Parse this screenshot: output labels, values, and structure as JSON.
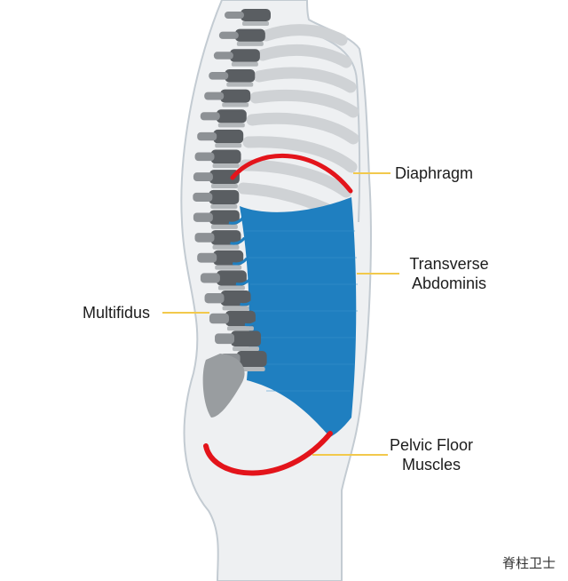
{
  "labels": {
    "diaphragm": "Diaphragm",
    "transverse_line1": "Transverse",
    "transverse_line2": "Abdominis",
    "multifidus": "Multifidus",
    "pelvic_line1": "Pelvic Floor",
    "pelvic_line2": "Muscles"
  },
  "watermark": "脊柱卫士",
  "colors": {
    "body_fill": "#eef0f2",
    "outline": "#c3cbd2",
    "muscle_blue": "#1f7fc0",
    "highlight_red": "#e3141b",
    "spine_dark": "#5a5e62",
    "spine_light": "#b3b7ba",
    "rib": "#cfd2d5",
    "leader_line": "#f2c94c"
  }
}
